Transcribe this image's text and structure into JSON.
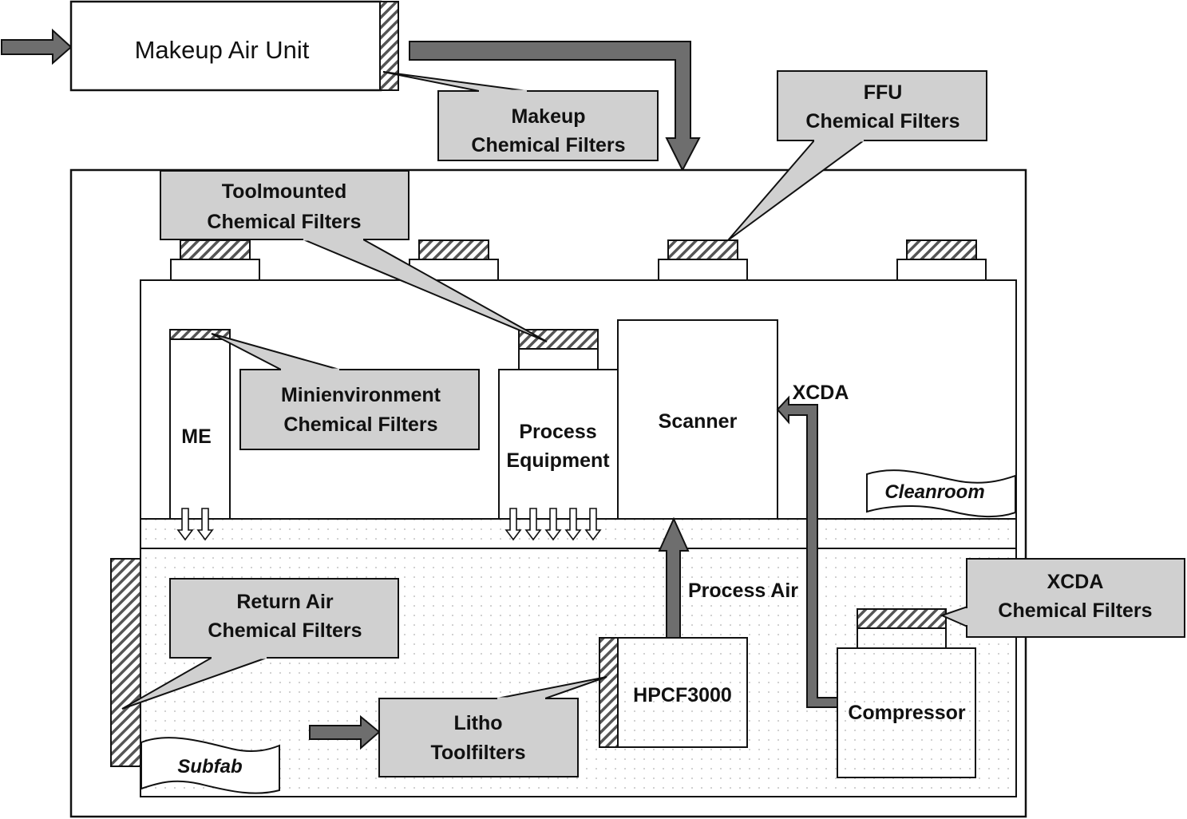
{
  "diagram": {
    "makeup_air_unit": "Makeup Air Unit",
    "callouts": {
      "makeup": [
        "Makeup",
        "Chemical Filters"
      ],
      "ffu": [
        "FFU",
        "Chemical Filters"
      ],
      "toolmounted": [
        "Toolmounted",
        "Chemical Filters"
      ],
      "minienvironment": [
        "Minienvironment",
        "Chemical Filters"
      ],
      "return_air": [
        "Return Air",
        "Chemical Filters"
      ],
      "xcda": [
        "XCDA",
        "Chemical Filters"
      ],
      "litho": [
        "Litho",
        "Toolfilters"
      ]
    },
    "equipment": {
      "me": "ME",
      "process_equipment": [
        "Process",
        "Equipment"
      ],
      "scanner": "Scanner",
      "hpcf": "HPCF3000",
      "compressor": "Compressor"
    },
    "flows": {
      "xcda": "XCDA",
      "process_air": "Process Air"
    },
    "zones": {
      "cleanroom": "Cleanroom",
      "subfab": "Subfab"
    },
    "colors": {
      "arrow_fill": "#6e6e6e",
      "callout_fill": "#d0d0d0",
      "outline": "#111111",
      "dot_fill": "#b8b8b8"
    }
  }
}
